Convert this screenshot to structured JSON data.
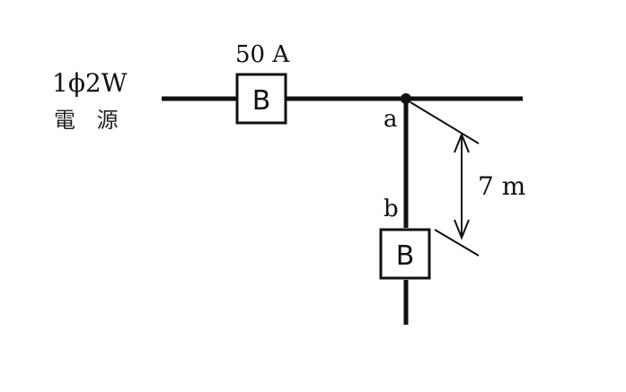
{
  "diagram": {
    "source": {
      "line1": "1ϕ2W",
      "line2": "電 源"
    },
    "main_breaker": {
      "rating": "50 A",
      "symbol": "B"
    },
    "branch_breaker": {
      "symbol": "B"
    },
    "point_a": "a",
    "point_b": "b",
    "distance": "7 m",
    "colors": {
      "line": "#111111",
      "background": "#ffffff"
    }
  }
}
